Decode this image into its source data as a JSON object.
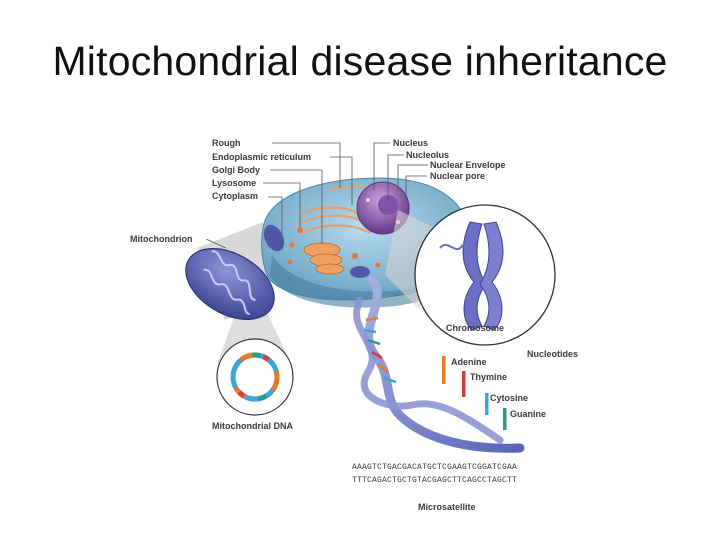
{
  "slide": {
    "title": "Mitochondrial disease inheritance"
  },
  "labels": {
    "rough": "Rough",
    "er": "Endoplasmic reticulum",
    "golgi": "Golgi Body",
    "lysosome": "Lysosome",
    "cytoplasm": "Cytoplasm",
    "mitochondrion": "Mitochondrion",
    "nucleus": "Nucleus",
    "nucleolus": "Nucleolus",
    "nuclear_envelope": "Nuclear Envelope",
    "nuclear_pore": "Nuclear pore",
    "chromosome": "Chromosome",
    "nucleotides": "Nucleotides",
    "adenine": "Adenine",
    "thymine": "Thymine",
    "cytosine": "Cytosine",
    "guanine": "Guanine",
    "mito_dna": "Mitochondrial DNA",
    "seq_top": "AAAGTCTGACGACATGCTCGAAGTCGGATCGAA",
    "seq_bottom": "TTTCAGACTGCTGTACGAGCTTCAGCCTAGCTT",
    "microsatellite": "Microsatellite"
  },
  "colors": {
    "adenine": "#e8782a",
    "thymine": "#d23c3c",
    "cytosine": "#3aa5d8",
    "guanine": "#2a9a8a",
    "cell": "#8fbfd8",
    "mitochondrion": "#5a63b0",
    "chromosome": "#6a6fc4"
  }
}
